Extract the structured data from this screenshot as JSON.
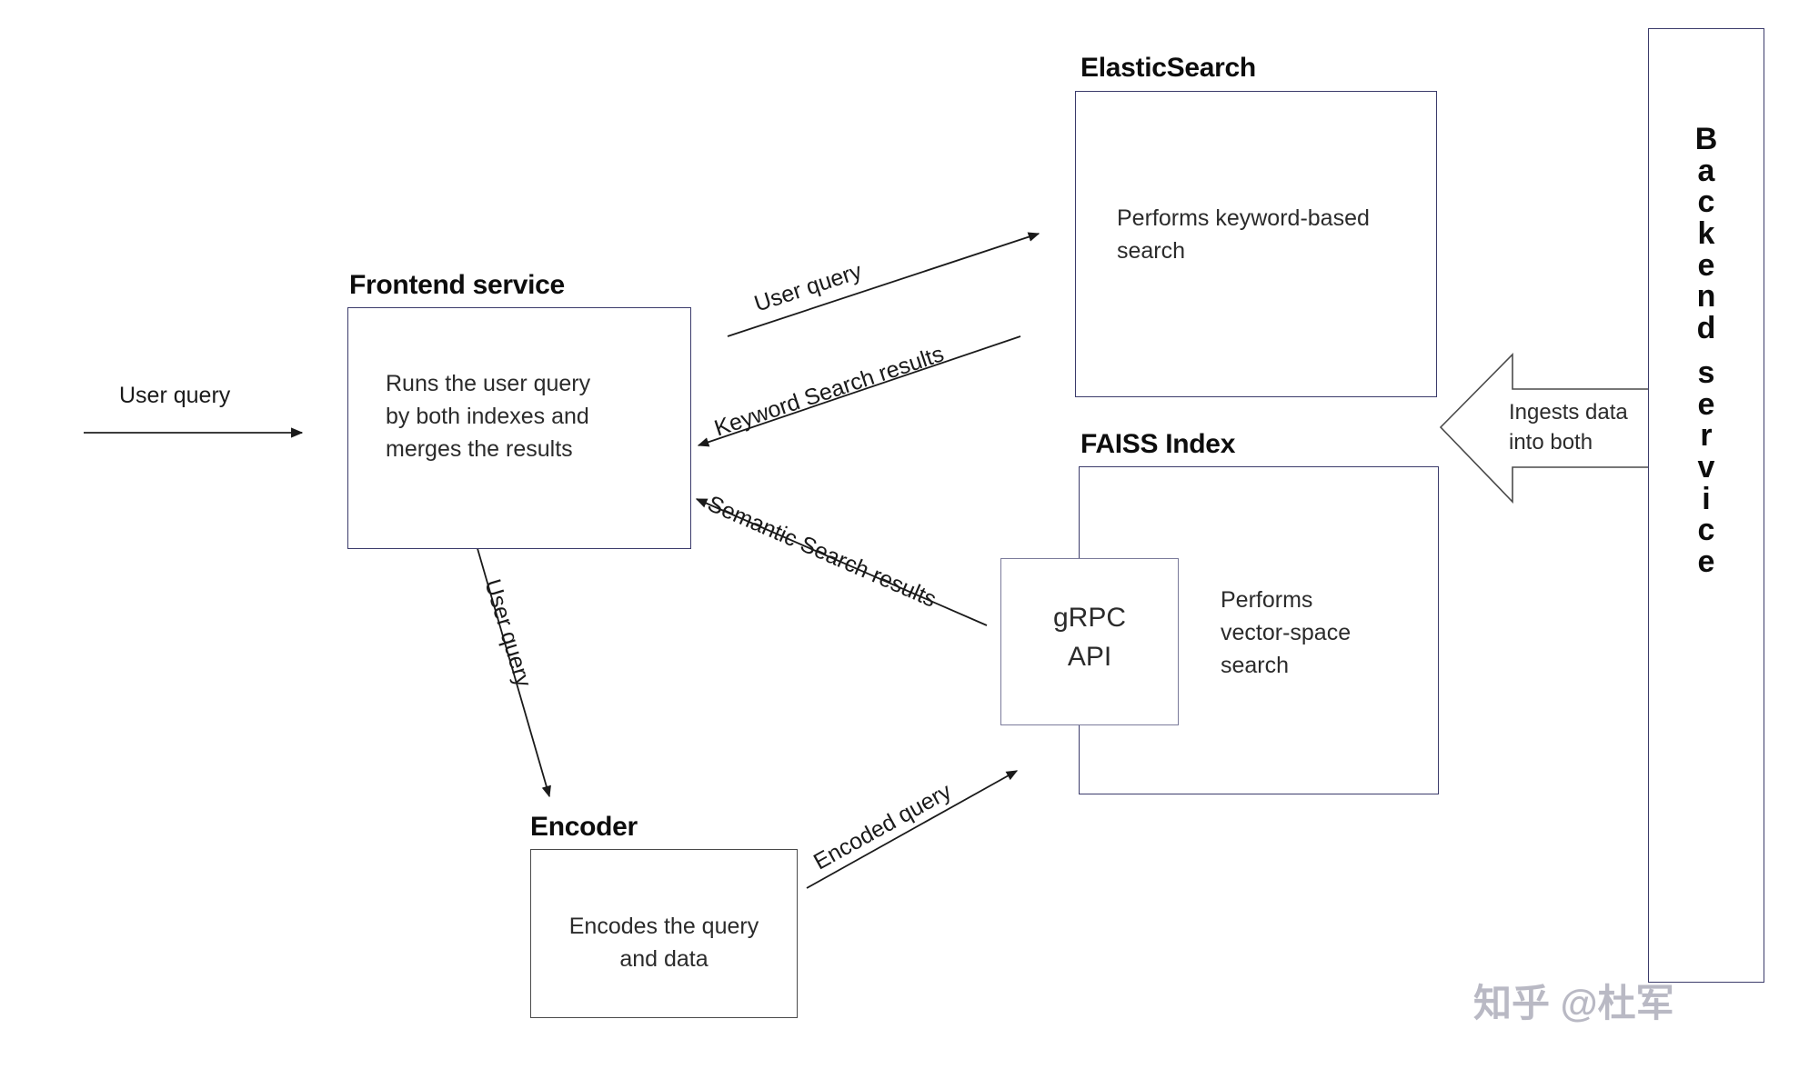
{
  "diagram": {
    "title_hidden": "Hybrid search architecture",
    "colors": {
      "box_border": "#3b3b6b",
      "plain_border": "#4a4a4a",
      "line": "#1a1a1a",
      "text": "#1a1a1a",
      "heading": "#0d0d0d",
      "watermark": "#b9b9c4",
      "background": "#ffffff"
    },
    "nodes": [
      {
        "id": "frontend",
        "title": "Frontend service",
        "body": "Runs the user query by both indexes and merges the results",
        "body_lines": [
          "Runs the user query",
          "by both indexes and",
          "merges the results"
        ]
      },
      {
        "id": "elasticsearch",
        "title": "ElasticSearch",
        "body": "Performs keyword-based search",
        "body_lines": [
          "Performs keyword-based",
          "search"
        ]
      },
      {
        "id": "faiss",
        "title": "FAISS Index",
        "body": "Performs vector-space search",
        "body_lines": [
          "Performs",
          "vector-space",
          "search"
        ]
      },
      {
        "id": "grpc",
        "title": "",
        "body": "gRPC API",
        "body_lines": [
          "gRPC",
          "API"
        ]
      },
      {
        "id": "encoder",
        "title": "Encoder",
        "body": "Encodes the query and data",
        "body_lines": [
          "Encodes the query",
          "and data"
        ]
      },
      {
        "id": "backend",
        "title": "Backend service",
        "body": "",
        "body_lines": []
      }
    ],
    "edges": [
      {
        "id": "input-user-query",
        "label": "User query",
        "from": "external",
        "to": "frontend"
      },
      {
        "id": "frontend-to-es",
        "label": "User query",
        "from": "frontend",
        "to": "elasticsearch"
      },
      {
        "id": "es-to-frontend",
        "label": "Keyword Search results",
        "from": "elasticsearch",
        "to": "frontend"
      },
      {
        "id": "faiss-to-frontend",
        "label": "Semantic Search results",
        "from": "faiss",
        "to": "frontend"
      },
      {
        "id": "frontend-to-encoder",
        "label": "User query",
        "from": "frontend",
        "to": "encoder"
      },
      {
        "id": "encoder-to-grpc",
        "label": "Encoded query",
        "from": "encoder",
        "to": "grpc"
      },
      {
        "id": "backend-ingest",
        "label": "Ingests data into both",
        "label_lines": [
          "Ingests data",
          "into both"
        ],
        "from": "backend",
        "to": "indexes"
      }
    ],
    "backend_label_letters": [
      "B",
      "a",
      "c",
      "k",
      "e",
      "n",
      "d",
      "",
      "s",
      "e",
      "r",
      "v",
      "i",
      "c",
      "e"
    ],
    "watermark": "知乎 @杜军"
  }
}
